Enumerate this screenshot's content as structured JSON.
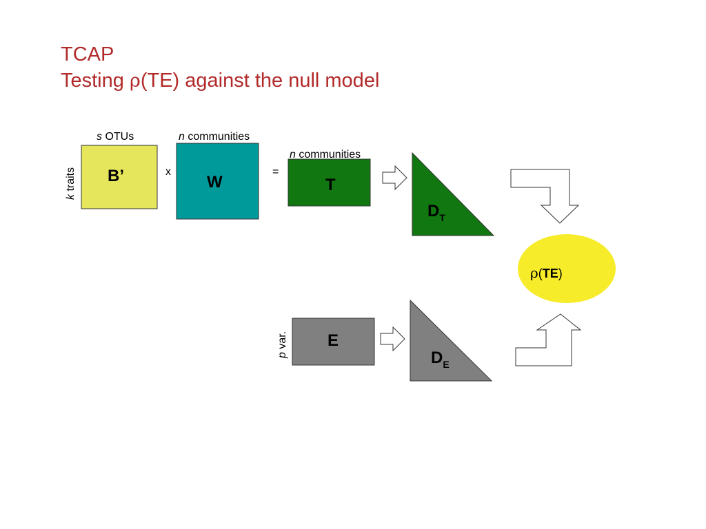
{
  "title": {
    "line1": "TCAP",
    "line2_prefix": "Testing ",
    "line2_rho": "ρ",
    "line2_suffix": "(TE) against the null model"
  },
  "labels": {
    "s_otus": {
      "italic": "s",
      "rest": " OTUs"
    },
    "n_communities_w": {
      "italic": "n",
      "rest": " communities"
    },
    "n_communities_t": {
      "italic": "n",
      "rest": " communities"
    },
    "k_traits": {
      "italic": "k",
      "rest": " traits"
    },
    "p_var": {
      "italic": "p",
      "rest": " var."
    },
    "times_op": "x",
    "equals_op": "="
  },
  "blocks": {
    "b_prime": {
      "label": "B’",
      "color": "#e6e65c"
    },
    "w": {
      "label": "W",
      "color": "#009a9a"
    },
    "t": {
      "label": "T",
      "color": "#117711"
    },
    "e": {
      "label": "E",
      "color": "#808080"
    }
  },
  "triangles": {
    "d_t": {
      "label": "D",
      "subscript": "T",
      "color": "#117711"
    },
    "d_e": {
      "label": "D",
      "subscript": "E",
      "color": "#808080"
    }
  },
  "result": {
    "rho": "ρ",
    "open": "(",
    "te": "TE",
    "close": ")",
    "color": "#f6ec2a"
  }
}
